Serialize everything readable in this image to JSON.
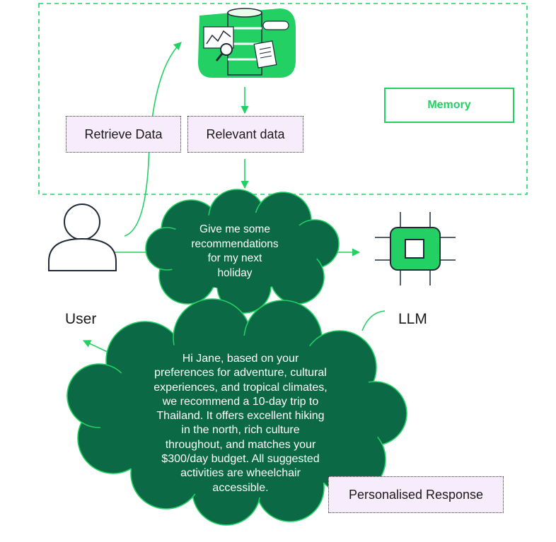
{
  "memory": {
    "label": "Memory"
  },
  "steps": {
    "retrieve": "Retrieve Data",
    "relevant": "Relevant data"
  },
  "actors": {
    "user": "User",
    "llm": "LLM"
  },
  "prompt": {
    "text": "Give me some\nrecommendations\nfor my next\nholiday"
  },
  "response": {
    "text": "Hi Jane, based on your\npreferences for adventure, cultural\nexperiences, and tropical climates,\nwe recommend a 10-day trip to\nThailand. It offers excellent hiking\nin the north, rich culture\nthroughout, and matches your\n$300/day budget. All suggested\nactivities are wheelchair\naccessible.",
    "tag": "Personalised Response"
  },
  "colors": {
    "accent_green": "#22d063",
    "cloud_green": "#0b6a45",
    "tag_fill": "#f6ecfb",
    "outline": "#1f2937"
  },
  "icons": {
    "database": "database-icon",
    "user": "user-icon",
    "llm": "chip-icon"
  }
}
